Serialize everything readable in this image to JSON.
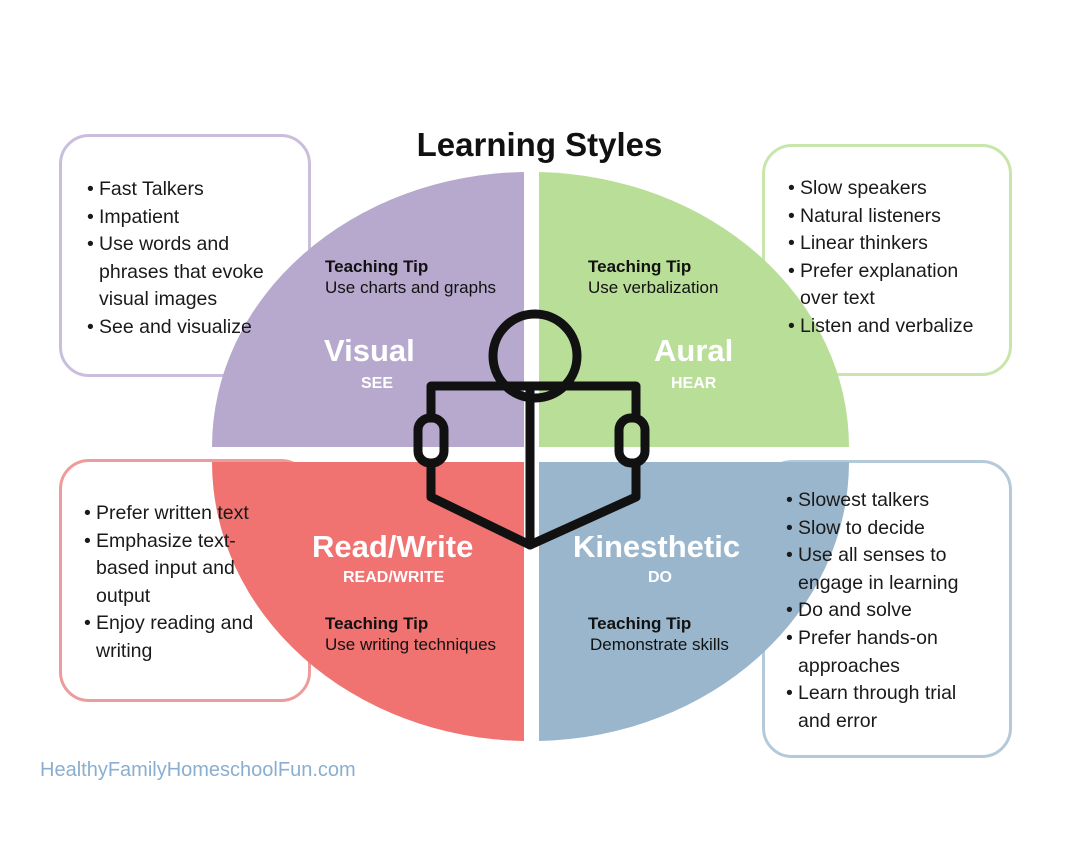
{
  "title": "Learning Styles",
  "colors": {
    "visual": "#b7a9cd",
    "aural": "#b9de98",
    "read_write": "#f07271",
    "kinesthetic": "#9ab6cc",
    "footer": "#8aaed1"
  },
  "quadrants": {
    "visual": {
      "name": "Visual",
      "subtitle": "SEE",
      "tip_heading": "Teaching Tip",
      "tip_text": "Use charts and graphs",
      "bullets": [
        "Fast Talkers",
        "Impatient",
        "Use words and phrases that evoke visual images",
        "See and visualize"
      ]
    },
    "aural": {
      "name": "Aural",
      "subtitle": "HEAR",
      "tip_heading": "Teaching Tip",
      "tip_text": "Use verbalization",
      "bullets": [
        "Slow speakers",
        "Natural listeners",
        "Linear thinkers",
        "Prefer explanation over text",
        "Listen and verbalize"
      ]
    },
    "read_write": {
      "name": "Read/Write",
      "subtitle": "READ/WRITE",
      "tip_heading": "Teaching Tip",
      "tip_text": "Use writing techniques",
      "bullets": [
        "Prefer written text",
        "Emphasize text-based input and output",
        "Enjoy reading and writing"
      ]
    },
    "kinesthetic": {
      "name": "Kinesthetic",
      "subtitle": "DO",
      "tip_heading": "Teaching Tip",
      "tip_text": "Demonstrate skills",
      "bullets": [
        "Slowest talkers",
        "Slow to decide",
        "Use all senses to engage in learning",
        "Do and solve",
        "Prefer hands-on approaches",
        "Learn through trial and error"
      ]
    }
  },
  "center_icon": "person-reading-book-icon",
  "footer": "HealthyFamilyHomeschoolFun.com"
}
